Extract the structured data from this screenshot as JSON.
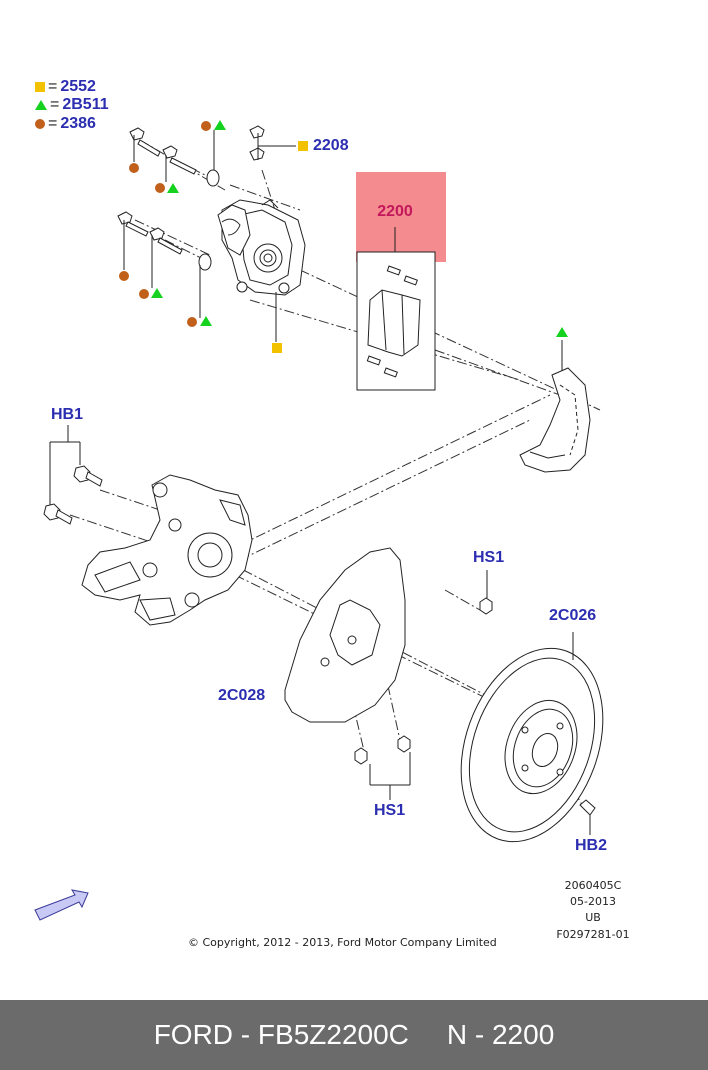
{
  "legend": [
    {
      "symbol": "yellow-square",
      "value": "2552"
    },
    {
      "symbol": "green-triangle",
      "value": "2B511"
    },
    {
      "symbol": "orange-circle",
      "value": "2386"
    }
  ],
  "colors": {
    "label": "#2b2eb0",
    "highlight_fill": "#f48b8f",
    "highlight_text": "#c2185b",
    "yellow": "#f2c200",
    "green": "#14d21e",
    "orange": "#c0601a",
    "footer_bg": "#6b6b6b"
  },
  "parts": {
    "caliper_ref": "2208",
    "pads_ref": "2200",
    "hb1": "HB1",
    "hs1_top": "HS1",
    "hs1_bottom": "HS1",
    "shield": "2C028",
    "disc": "2C026",
    "hb2": "HB2"
  },
  "meta": {
    "code1": "2060405C",
    "code2": "05-2013",
    "code3": "UB",
    "code4": "F0297281-01"
  },
  "copyright": "© Copyright, 2012 - 2013, Ford Motor Company Limited",
  "footer": {
    "part": "FORD - FB5Z2200C",
    "ref": "N - 2200"
  }
}
